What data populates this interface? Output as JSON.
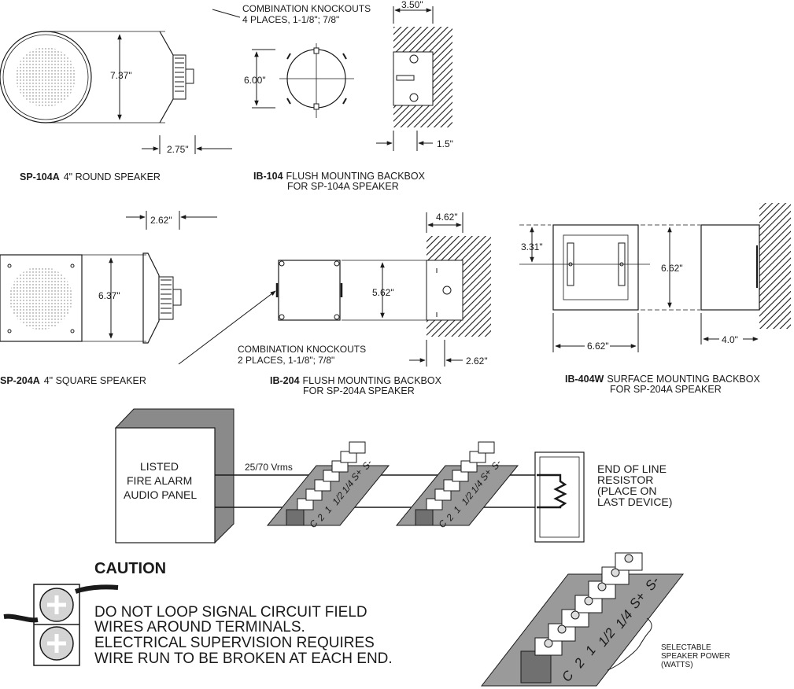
{
  "sp104a": {
    "dim_height": "7.37\"",
    "dim_depth": "2.75\"",
    "model": "SP-104A",
    "desc": "4\" ROUND SPEAKER"
  },
  "ib104": {
    "knockouts_line1": "COMBINATION KNOCKOUTS",
    "knockouts_line2": "4 PLACES,  1-1/8\";  7/8\"",
    "dim_height": "6.00\"",
    "dim_width": "3.50\"",
    "dim_depth": "1.5\"",
    "model": "IB-104",
    "desc_line1": "FLUSH  MOUNTING BACKBOX",
    "desc_line2": "FOR SP-104A SPEAKER"
  },
  "sp204a": {
    "dim_depth": "2.62\"",
    "dim_height": "6.37\"",
    "model": "SP-204A",
    "desc": "4\" SQUARE SPEAKER"
  },
  "ib204": {
    "dim_width": "4.62\"",
    "dim_height": "5.62\"",
    "dim_depth": "2.62\"",
    "knockouts_line1": "COMBINATION KNOCKOUTS",
    "knockouts_line2": "2  PLACES,  1-1/8\";  7/8\"",
    "model": "IB-204",
    "desc_line1": "FLUSH  MOUNTING BACKBOX",
    "desc_line2": "FOR SP-204A SPEAKER"
  },
  "ib404w": {
    "dim_inner": "3.31\"",
    "dim_height": "6.62\"",
    "dim_width": "6.62\"",
    "dim_depth": "4.0\"",
    "model": "IB-404W",
    "desc_line1": "SURFACE MOUNTING BACKBOX",
    "desc_line2": "FOR SP-204A SPEAKER"
  },
  "wiring": {
    "panel_line1": "LISTED",
    "panel_line2": "FIRE ALARM",
    "panel_line3": "AUDIO PANEL",
    "voltage": "25/70 Vrms",
    "eol_line1": "END OF LINE",
    "eol_line2": "RESISTOR",
    "eol_line3": "(PLACE ON",
    "eol_line4": "LAST DEVICE)",
    "terminals": [
      "S-",
      "S+",
      "1/4",
      "1/2",
      "1",
      "2",
      "C"
    ]
  },
  "caution": {
    "title": "CAUTION",
    "line1": "DO NOT LOOP SIGNAL CIRCUIT FIELD",
    "line2": "WIRES AROUND TERMINALS.",
    "line3": "ELECTRICAL SUPERVISION REQUIRES",
    "line4": "WIRE RUN TO BE BROKEN AT EACH END."
  },
  "power": {
    "line1": "SELECTABLE",
    "line2": "SPEAKER POWER",
    "line3": "(WATTS)"
  },
  "colors": {
    "ink": "#1a1a1a",
    "panel_shadow": "#8a8a8a",
    "terminal_gray": "#9a9a9a",
    "block_dark": "#707070"
  }
}
